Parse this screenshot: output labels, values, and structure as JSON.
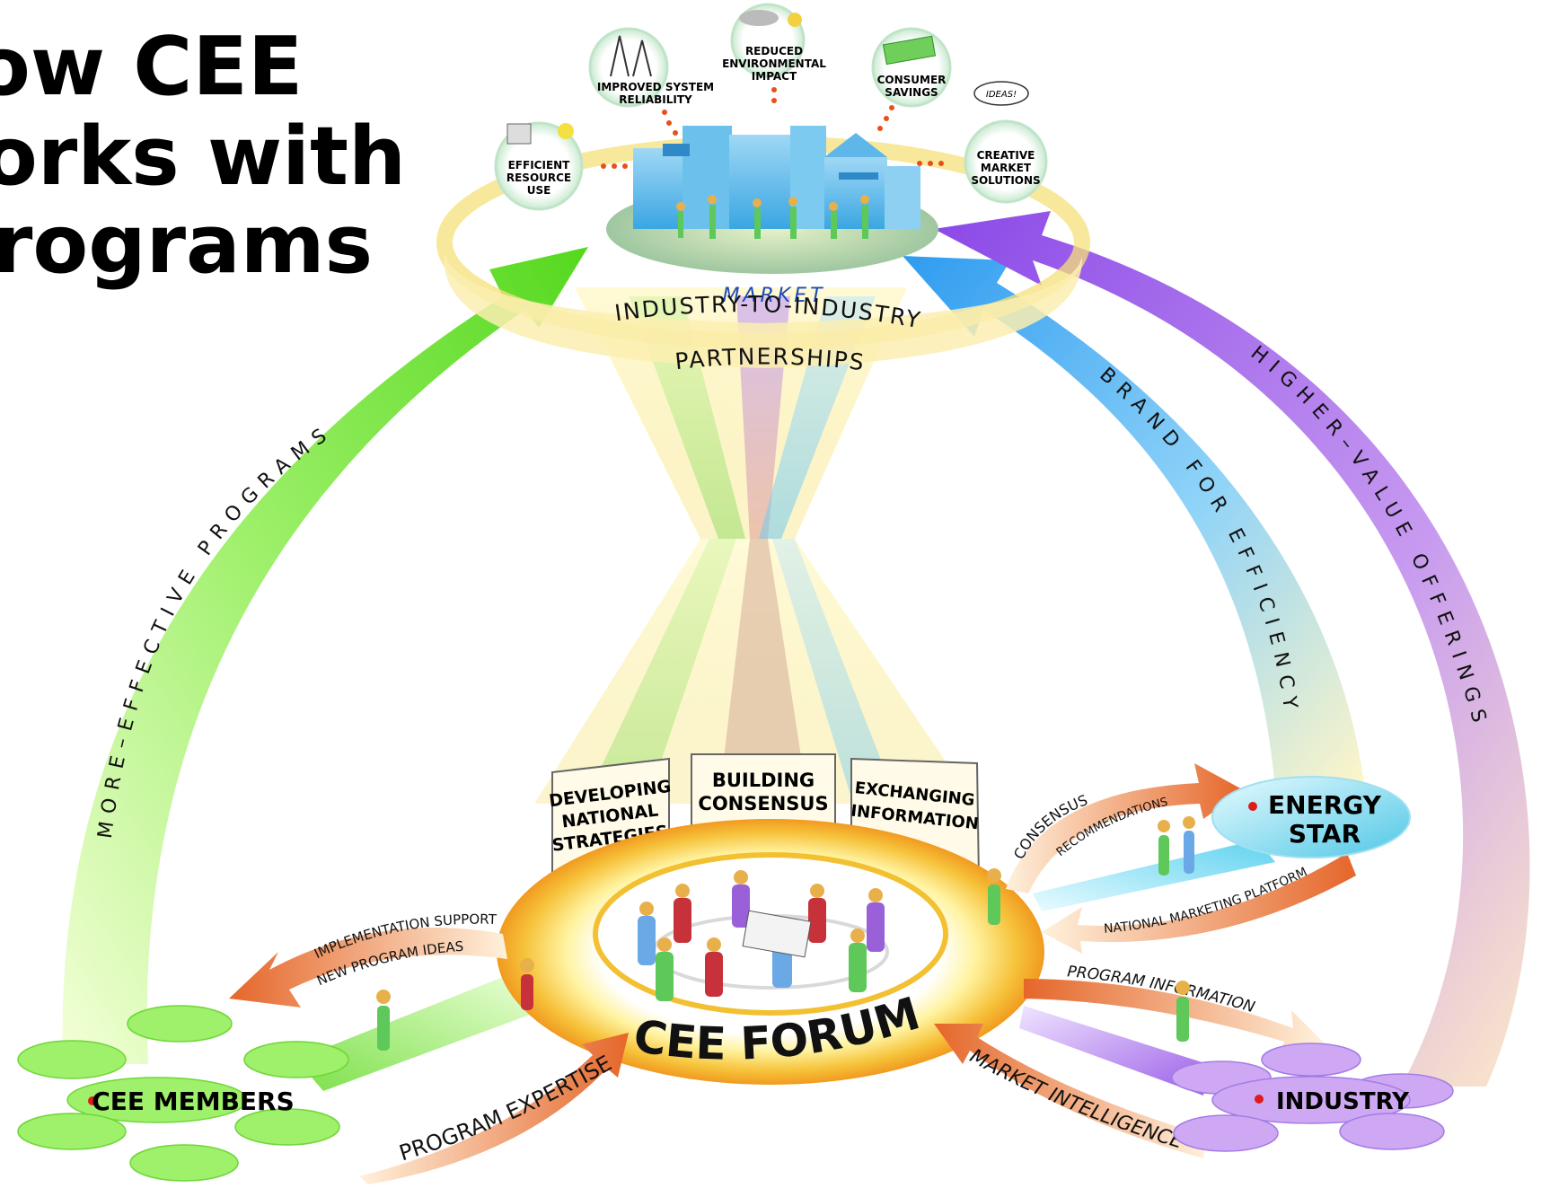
{
  "title": {
    "line1": "ow CEE",
    "line2": "orks with",
    "line3": "rograms"
  },
  "colors": {
    "green": "#7ee84a",
    "blue": "#4fb6f2",
    "purple": "#a76ae8",
    "orange": "#f07a2e",
    "yellow": "#f7e15a",
    "cyan": "#7fe6f0",
    "red": "#e01b1b"
  },
  "market": {
    "label": "MARKET",
    "benefits": {
      "efficient": [
        "EFFICIENT",
        "RESOURCE",
        "USE"
      ],
      "reliability": [
        "IMPROVED SYSTEM",
        "RELIABILITY"
      ],
      "environment": [
        "REDUCED",
        "ENVIRONMENTAL",
        "IMPACT"
      ],
      "savings": [
        "CONSUMER",
        "SAVINGS"
      ],
      "creative": [
        "CREATIVE",
        "MARKET",
        "SOLUTIONS"
      ]
    },
    "ideas_bubble": "IDEAS!"
  },
  "ring_label": [
    "INDUSTRY-TO-INDUSTRY",
    "PARTNERSHIPS"
  ],
  "arcs": {
    "green": "MORE–EFFECTIVE PROGRAMS",
    "blue": "BRAND FOR EFFICIENCY",
    "purple": "HIGHER–VALUE OFFERINGS"
  },
  "panels": {
    "left": [
      "DEVELOPING",
      "NATIONAL",
      "STRATEGIES"
    ],
    "center": [
      "BUILDING",
      "CONSENSUS"
    ],
    "right": [
      "EXCHANGING",
      "INFORMATION"
    ]
  },
  "forum": {
    "label": "CEE FORUM"
  },
  "nodes": {
    "members": "CEE MEMBERS",
    "energy_star": [
      "ENERGY",
      "STAR"
    ],
    "industry": "INDUSTRY"
  },
  "flows": {
    "implementation": [
      "IMPLEMENTATION SUPPORT",
      "NEW PROGRAM IDEAS"
    ],
    "program_expertise": "PROGRAM EXPERTISE",
    "consensus": [
      "CONSENSUS",
      "RECOMMENDATIONS"
    ],
    "national_marketing": "NATIONAL MARKETING PLATFORM",
    "program_information": "PROGRAM INFORMATION",
    "market_intelligence": "MARKET INTELLIGENCE"
  }
}
